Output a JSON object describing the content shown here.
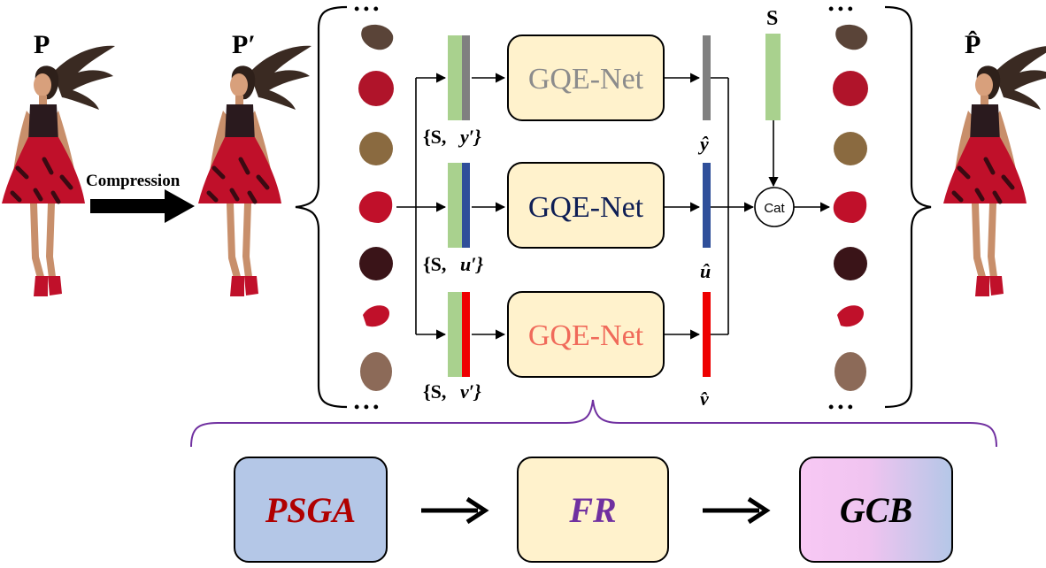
{
  "labels": {
    "input": "P",
    "compressed": "P′",
    "output": "P̂",
    "compression": "Compression",
    "s_top": "S",
    "cat": "Cat",
    "dots": "• • •"
  },
  "branches": [
    {
      "net": "GQE-Net",
      "in_a": "{S,",
      "in_b": "y′}",
      "out": "ŷ",
      "color": "#808080",
      "text_color": "#8c8c8c"
    },
    {
      "net": "GQE-Net",
      "in_a": "{S,",
      "in_b": "u′}",
      "out": "û",
      "color": "#2f4f9a",
      "text_color": "#0f1f55"
    },
    {
      "net": "GQE-Net",
      "in_a": "{S,",
      "in_b": "v′}",
      "out": "v̂",
      "color": "#ee0000",
      "text_color": "#f06a5a"
    }
  ],
  "modules": [
    {
      "label": "PSGA",
      "text_color": "#b00000"
    },
    {
      "label": "FR",
      "text_color": "#7030a0"
    },
    {
      "label": "GCB",
      "text_color": "#000000"
    }
  ],
  "colors": {
    "green_bar": "#a9d18e",
    "net_box_fill": "#fff2cc",
    "psga_fill": "#b4c7e7",
    "brace_purple": "#7030a0",
    "dress_red": "#c0102a"
  },
  "icons": [
    "person-figure-icon",
    "patch-blob-icon",
    "arrow-right-icon"
  ]
}
